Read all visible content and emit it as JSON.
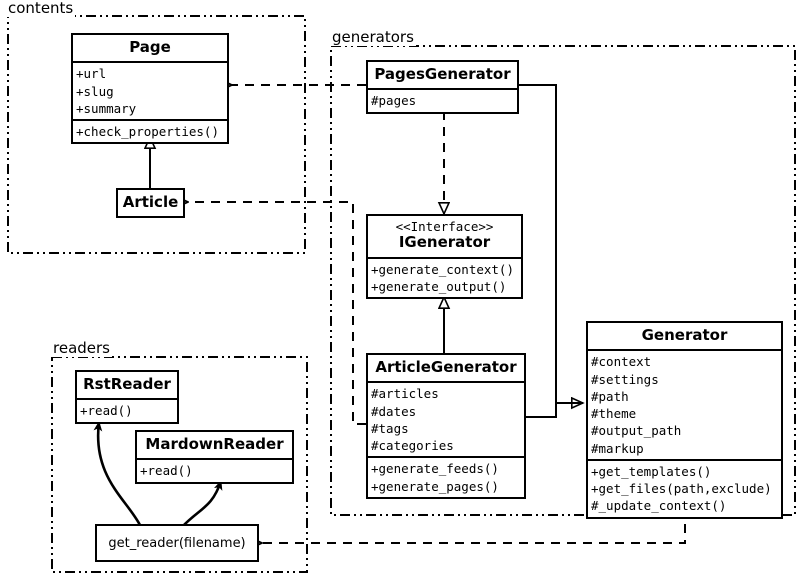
{
  "diagram": {
    "title": "Pelican architecture UML class diagram",
    "type": "uml-class-diagram",
    "stroke_color": "#000000",
    "background_color": "#ffffff"
  },
  "packages": [
    {
      "id": "contents",
      "label": "contents",
      "border_style": "dash-dot-dot"
    },
    {
      "id": "generators",
      "label": "generators",
      "border_style": "dash-dot-dot"
    },
    {
      "id": "readers",
      "label": "readers",
      "border_style": "dash-dot-dot"
    }
  ],
  "classes": {
    "page": {
      "name": "Page",
      "attributes": [
        "+url",
        "+slug",
        "+summary"
      ],
      "operations": [
        "+check_properties()"
      ]
    },
    "article": {
      "name": "Article",
      "attributes": [],
      "operations": []
    },
    "pages_generator": {
      "name": "PagesGenerator",
      "attributes": [
        "#pages"
      ],
      "operations": []
    },
    "igenerator": {
      "stereotype": "<<Interface>>",
      "name": "IGenerator",
      "attributes": [],
      "operations": [
        "+generate_context()",
        "+generate_output()"
      ]
    },
    "article_generator": {
      "name": "ArticleGenerator",
      "attributes": [
        "#articles",
        "#dates",
        "#tags",
        "#categories"
      ],
      "operations": [
        "+generate_feeds()",
        "+generate_pages()"
      ]
    },
    "generator": {
      "name": "Generator",
      "attributes": [
        "#context",
        "#settings",
        "#path",
        "#theme",
        "#output_path",
        "#markup"
      ],
      "operations": [
        "+get_templates()",
        "+get_files(path,exclude)",
        "#_update_context()"
      ]
    },
    "rst_reader": {
      "name": "RstReader",
      "attributes": [],
      "operations": [
        "+read()"
      ]
    },
    "mardown_reader": {
      "name": "MardownReader",
      "attributes": [],
      "operations": [
        "+read()"
      ]
    },
    "get_reader": {
      "name": "get_reader(filename)"
    }
  },
  "relationships": [
    {
      "id": "article-inherits-page",
      "from": "Article",
      "to": "Page",
      "type": "generalization",
      "line": "solid",
      "arrow": "hollow-triangle"
    },
    {
      "id": "pagesgenerator-realizes-igenerator",
      "from": "PagesGenerator",
      "to": "IGenerator",
      "type": "realization",
      "line": "dashed",
      "arrow": "hollow-triangle"
    },
    {
      "id": "articlegenerator-inherits-igenerator",
      "from": "ArticleGenerator",
      "to": "IGenerator",
      "type": "generalization",
      "line": "solid",
      "arrow": "hollow-triangle"
    },
    {
      "id": "pagesgenerator-inherits-generator",
      "from": "PagesGenerator",
      "to": "Generator",
      "type": "generalization",
      "line": "solid",
      "arrow": "hollow-triangle"
    },
    {
      "id": "articlegenerator-inherits-generator",
      "from": "ArticleGenerator",
      "to": "Generator",
      "type": "generalization",
      "line": "solid",
      "arrow": "hollow-triangle"
    },
    {
      "id": "pagesgenerator-uses-page",
      "from": "PagesGenerator",
      "to": "Page",
      "type": "dependency",
      "line": "dashed",
      "arrow": "open-arrow"
    },
    {
      "id": "articlegenerator-uses-article",
      "from": "ArticleGenerator",
      "to": "Article",
      "type": "dependency",
      "line": "dashed",
      "arrow": "open-arrow"
    },
    {
      "id": "generator-uses-get-reader",
      "from": "Generator",
      "to": "get_reader(filename)",
      "type": "dependency",
      "line": "dashed",
      "arrow": "open-arrow"
    },
    {
      "id": "get-reader-creates-rstreader",
      "from": "get_reader(filename)",
      "to": "RstReader",
      "type": "creates",
      "line": "curved-solid",
      "arrow": "solid-arrow"
    },
    {
      "id": "get-reader-creates-mardownreader",
      "from": "get_reader(filename)",
      "to": "MardownReader",
      "type": "creates",
      "line": "curved-solid",
      "arrow": "solid-arrow"
    }
  ]
}
